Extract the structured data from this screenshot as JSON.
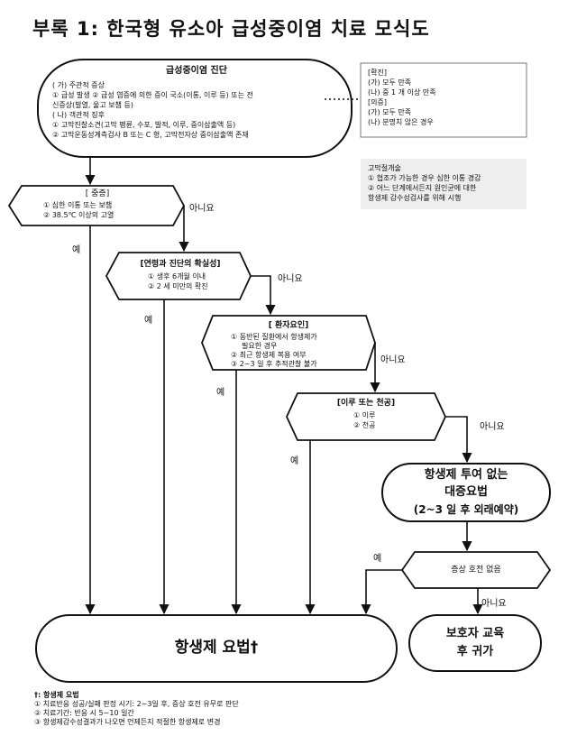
{
  "title": "부록 1:  한국형  유소아  급성중이염  치료  모식도",
  "diagnosis": {
    "heading": "급성중이염 진단",
    "lines": [
      "( 가)  주관적 증상",
      "① 급성 발생 ② 급성 염증에 의한 증이 국소(이통,  이루 등)  또는 전",
      "신증상(발열, 울고 보챔 등)",
      "( 나)  객관적 징후",
      "① 고막진찰소견(고막 팽륜,  수포,  발적,  이루,  중이삼출액 등)",
      "② 고막운동성계측검사 B  또는 C 형,  고막전자상 중이삼출액 존재"
    ]
  },
  "criteria": {
    "lines": [
      "[확진]",
      "(가) 모두 만족",
      "(나) 중 1 개 이상 만족",
      "[의증]",
      "(가) 모두 만족",
      "(나)  분명치 않은 경우"
    ]
  },
  "myringotomy": {
    "lines": [
      "고막절개술",
      "① 협조가 가능한 경우 심한 이통 경감",
      "② 어느 단계에서든지 원인균에 대한",
      "항생제 감수성검사를 위해 시행"
    ]
  },
  "severity": {
    "heading": "[ 중증]",
    "lines": [
      "① 심한 이통 또는 보챔",
      "② 38.5℃ 이상의 고열"
    ]
  },
  "age": {
    "heading": "[연령과 진단의 확실성]",
    "lines": [
      "① 생후 6개월 이내",
      "② 2 세 미만의 확진"
    ]
  },
  "patient": {
    "heading": "[ 환자요인]",
    "lines": [
      "① 동반된 질환에서 항생제가",
      "필요한 경우",
      "② 최근 항생제 복용 여부",
      "③ 2~3 일 후 추적관찰 불가"
    ]
  },
  "otorrhea": {
    "heading": "[이루 또는 천공]",
    "lines": [
      "① 이루",
      "② 천공"
    ]
  },
  "watchful": {
    "lines": [
      "항생제 투여 없는",
      "대증요법",
      "(2~3 일 후 외래예약)"
    ]
  },
  "improve": {
    "label": "증상 호전 없음"
  },
  "antibiotic": {
    "label": "항생제 요법†"
  },
  "education": {
    "lines": [
      "보호자 교육",
      "후 귀가"
    ]
  },
  "labels": {
    "yes": "예",
    "no": "아니요"
  },
  "footnote": {
    "lines": [
      "†: 항생제 요법",
      "① 치료반응 성공/실패 판정 시기: 2~3일 후,  증상 호전 유무로 판단",
      "② 치료기간:  반응 시 5~10 일간",
      "③ 항생제감수성결과가 나오면 언제든지 적절한 항생제로 변경"
    ]
  }
}
